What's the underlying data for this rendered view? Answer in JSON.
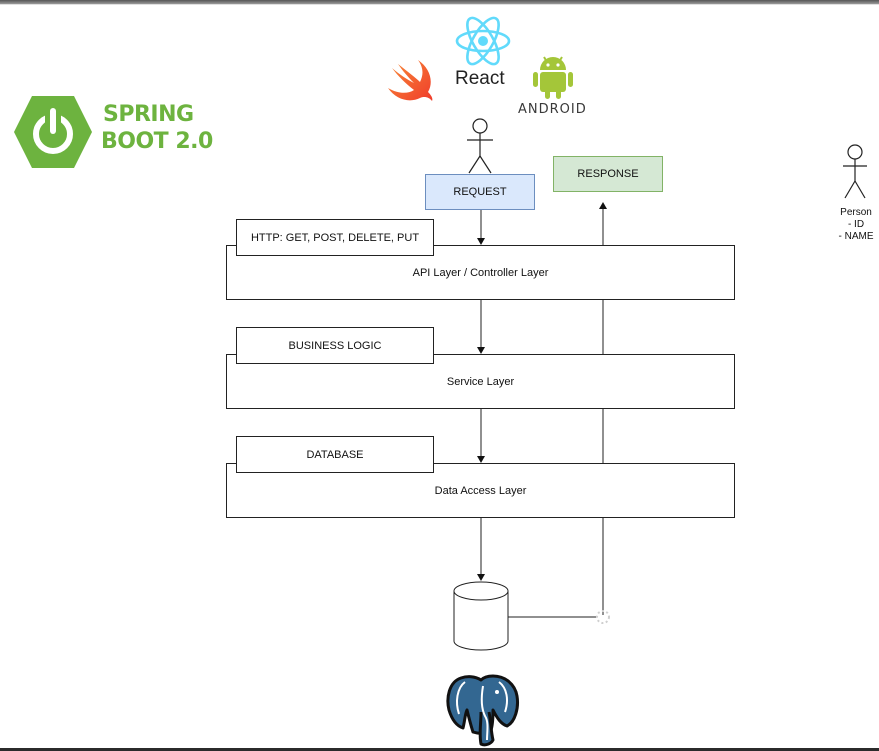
{
  "logos": {
    "spring": {
      "line1": "SPRING",
      "line2": "BOOT 2.0",
      "color": "#6db33f"
    },
    "react": {
      "label": "React",
      "color": "#61dafb"
    },
    "android": {
      "label": "ANDROID",
      "color": "#a4c639"
    },
    "swift": {
      "color": "#f05138"
    },
    "postgres": {
      "color": "#336791"
    }
  },
  "flow": {
    "request": "REQUEST",
    "response": "RESPONSE"
  },
  "layers": [
    {
      "tag": "HTTP: GET, POST, DELETE, PUT",
      "name": "API Layer / Controller Layer"
    },
    {
      "tag": "BUSINESS LOGIC",
      "name": "Service Layer"
    },
    {
      "tag": "DATABASE",
      "name": "Data Access Layer"
    }
  ],
  "entity": {
    "title": "Person",
    "fields": [
      "- ID",
      "- NAME"
    ]
  }
}
